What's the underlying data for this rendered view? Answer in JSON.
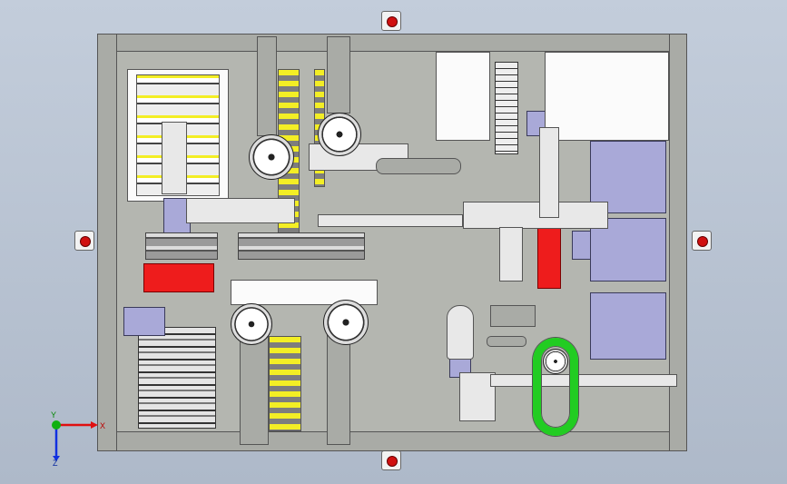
{
  "view": {
    "type": "cad-assembly-top-view",
    "background_gradient": [
      "#c3cddb",
      "#aeb9c9"
    ]
  },
  "axes_triad": {
    "x_label": "X",
    "y_label": "Y",
    "z_label": "Z",
    "colors": {
      "x": "#e01010",
      "y": "#10b010",
      "z": "#1030e0"
    }
  },
  "colors": {
    "frame": "#b4b6b0",
    "accent_red": "#ee1c1c",
    "accent_lavender": "#a9a9d8",
    "conveyor_yellow": "#f3ee25",
    "belt_green": "#22cc22"
  }
}
